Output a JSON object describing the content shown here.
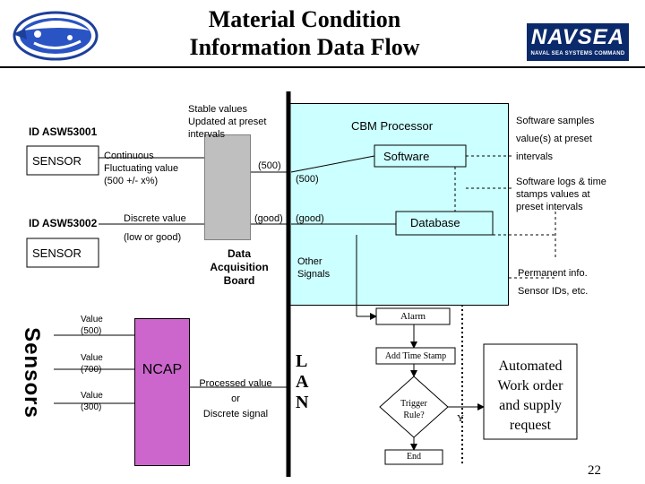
{
  "title": {
    "line1": "Material Condition",
    "line2": "Information Data Flow"
  },
  "logo": {
    "navsea": "NAVSEA",
    "navsea_sub": "NAVAL SEA SYSTEMS COMMAND",
    "left_emblem": "nasa-emblem-icon"
  },
  "left": {
    "id1": "ID ASW53001",
    "sensor1": "SENSOR",
    "continuous": [
      "Continuous",
      "Fluctuating value",
      "(500 +/- x%)"
    ],
    "id2": "ID ASW53002",
    "sensor2": "SENSOR",
    "discrete": [
      "Discrete value",
      "(low or good)"
    ]
  },
  "stable": [
    "Stable values",
    "Updated at preset",
    "intervals"
  ],
  "daq": {
    "v500": "(500)",
    "vgood": "(good)",
    "label": [
      "Data",
      "Acquisition",
      "Board"
    ]
  },
  "cbm": {
    "title": "CBM Processor",
    "software": "Software",
    "database": "Database",
    "v500": "(500)",
    "vgood": "(good)",
    "other": [
      "Other",
      "Signals"
    ]
  },
  "right": {
    "samples": [
      "Software samples",
      "value(s) at preset",
      "intervals"
    ],
    "logs": [
      "Software logs & time",
      "stamps values at",
      "preset intervals"
    ],
    "permanent": "Permanent info.",
    "ids": "Sensor IDs, etc."
  },
  "lower": {
    "sensors": "Sensors",
    "values": [
      [
        "Value",
        "(500)"
      ],
      [
        "Value",
        "(700)"
      ],
      [
        "Value",
        "(300)"
      ]
    ],
    "ncap": "NCAP",
    "processed": [
      "Processed value",
      "or",
      "Discrete signal"
    ],
    "lan": [
      "L",
      "A",
      "N"
    ],
    "alarm": "Alarm",
    "add_time": "Add Time Stamp",
    "trigger": [
      "Trigger",
      "Rule?"
    ],
    "y": "Y",
    "end": "End",
    "automated": [
      "Automated",
      "Work order",
      "and supply",
      "request"
    ],
    "page_number": "22"
  },
  "colors": {
    "cbm_fill": "#ccffff",
    "ncap_fill": "#cc66cc",
    "daq_fill": "#bfbfbf",
    "navsea_bg": "#0b2a6b"
  }
}
